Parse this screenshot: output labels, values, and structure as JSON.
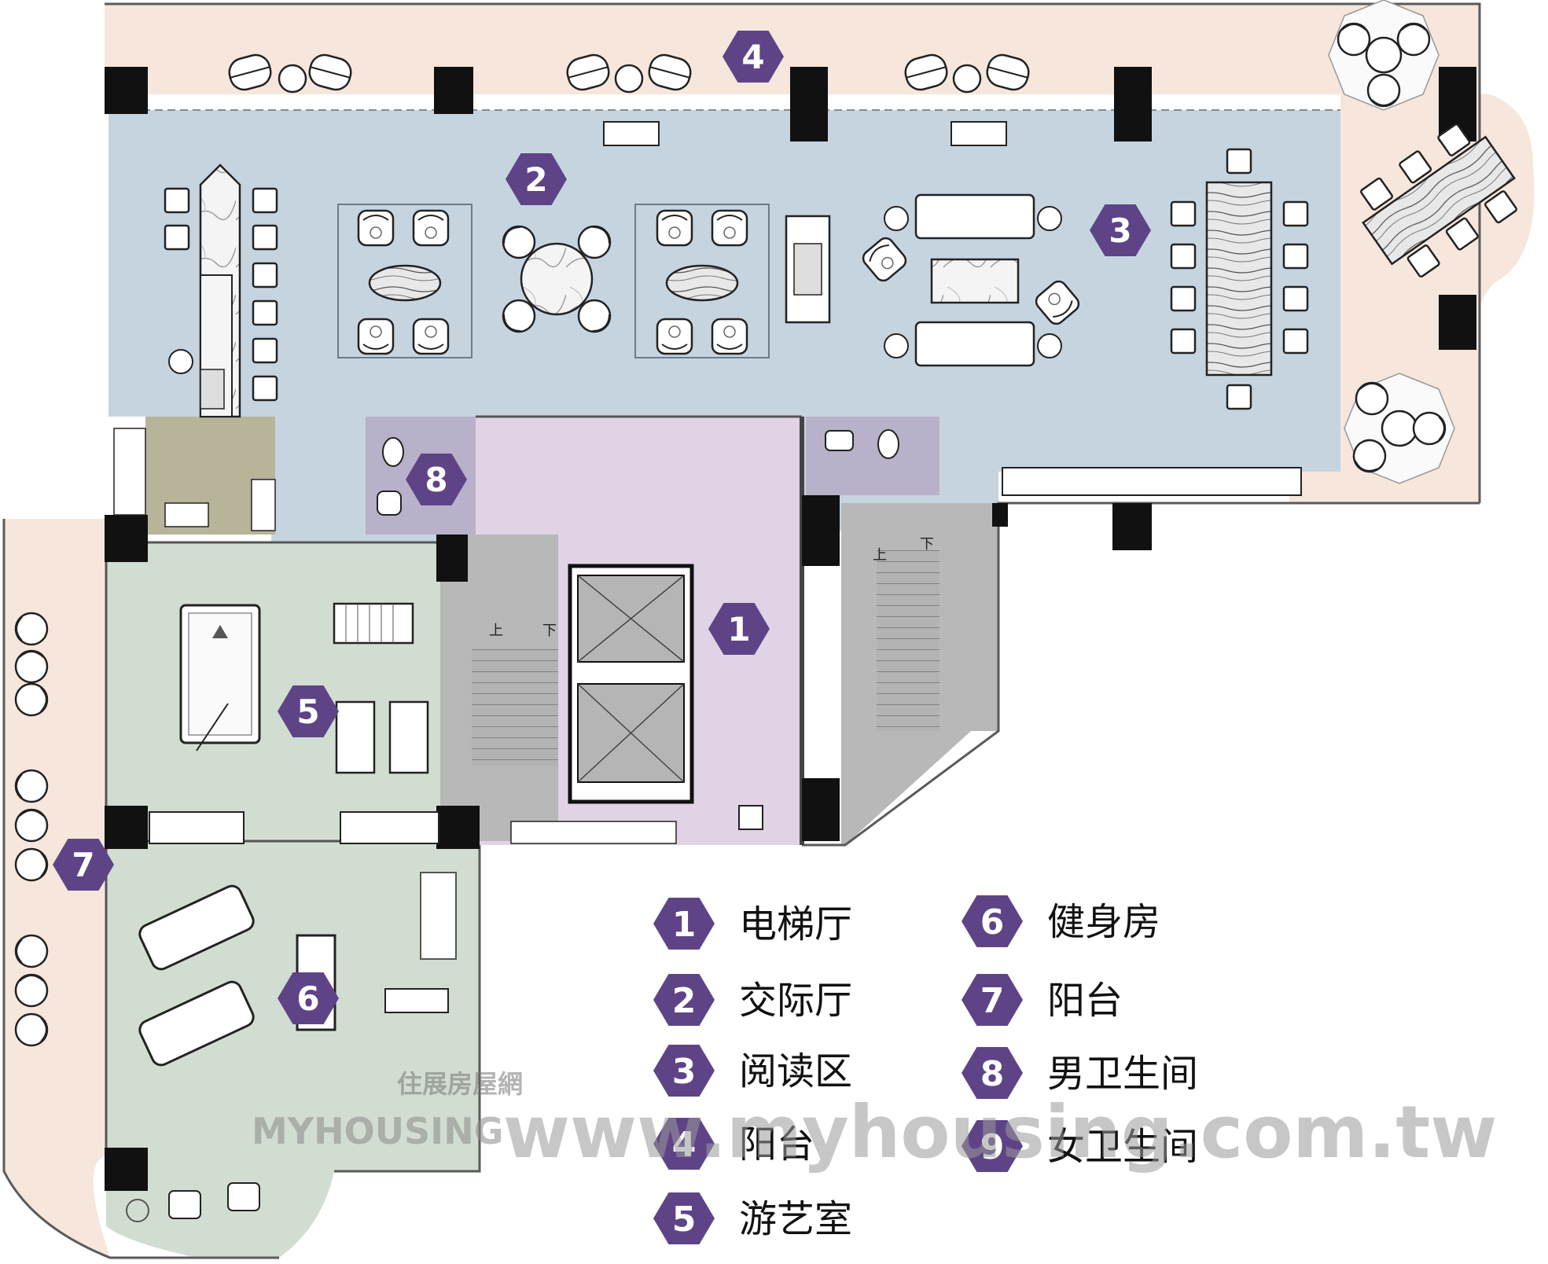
{
  "colors": {
    "hex_badge": "#5e4487",
    "balcony": "#f6e6dc",
    "social": "#c6d4e0",
    "lobby": "#e0d3e6",
    "games": "#d2ddd1",
    "kitchen": "#b7b49a",
    "stair": "#b8b8b8",
    "restroom": "#b9b0c9",
    "wall": "#111111"
  },
  "zones": [
    {
      "number": "1",
      "label": "电梯厅"
    },
    {
      "number": "2",
      "label": "交际厅"
    },
    {
      "number": "3",
      "label": "阅读区"
    },
    {
      "number": "4",
      "label": "阳台"
    },
    {
      "number": "5",
      "label": "游艺室"
    },
    {
      "number": "6",
      "label": "健身房"
    },
    {
      "number": "7",
      "label": "阳台"
    },
    {
      "number": "8",
      "label": "男卫生间"
    },
    {
      "number": "9",
      "label": "女卫生间"
    }
  ],
  "stair_labels": {
    "up": "上",
    "down": "下"
  },
  "watermark": {
    "brand": "MYHOUSING",
    "chinese": "住展房屋網",
    "url": "www.myhousing.com.tw"
  }
}
